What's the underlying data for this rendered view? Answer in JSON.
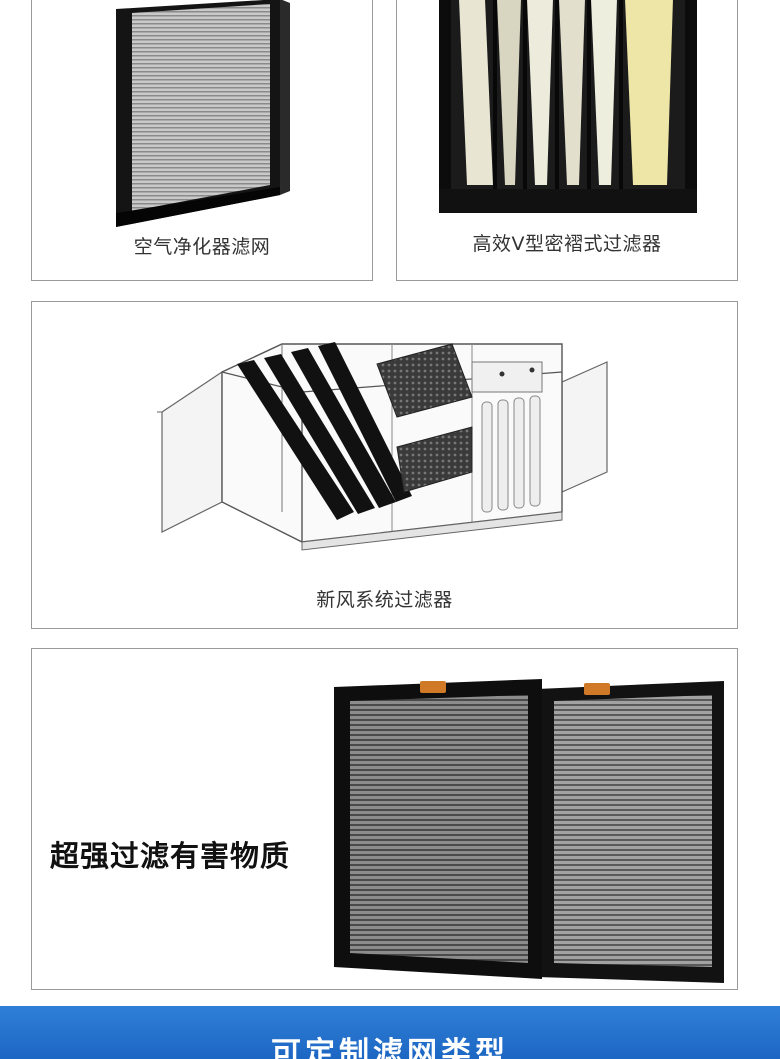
{
  "products": [
    {
      "caption": "空气净化器滤网"
    },
    {
      "caption": "高效V型密褶式过滤器"
    },
    {
      "caption": "新风系统过滤器"
    }
  ],
  "feature": {
    "headline": "超强过滤有害物质"
  },
  "banner": {
    "title": "可定制滤网类型"
  },
  "colors": {
    "banner": "#1f6fcf",
    "border": "#9a9a9a",
    "filter_frame": "#111111"
  }
}
